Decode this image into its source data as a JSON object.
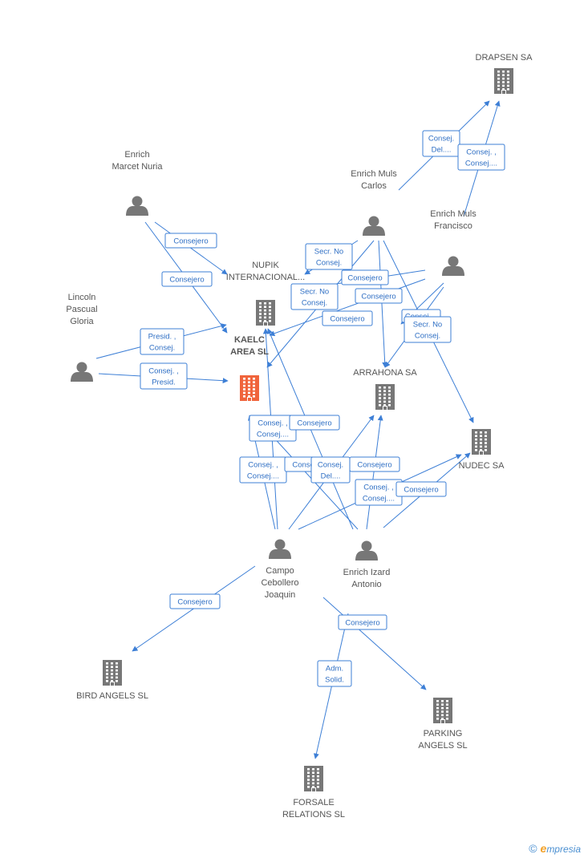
{
  "colors": {
    "edge": "#3d7fd6",
    "company": "#777777",
    "focus_company": "#f0643c",
    "person": "#777777"
  },
  "nodes": [
    {
      "id": "drapsen",
      "type": "company",
      "label": [
        "DRAPSEN SA"
      ]
    },
    {
      "id": "enrich_marcet",
      "type": "person",
      "label": [
        "Enrich",
        "Marcet Nuria"
      ]
    },
    {
      "id": "enrich_muls_carlos",
      "type": "person",
      "label": [
        "Enrich Muls",
        "Carlos"
      ]
    },
    {
      "id": "enrich_muls_francisco",
      "type": "person",
      "label": [
        "Enrich Muls",
        "Francisco"
      ]
    },
    {
      "id": "nupik",
      "type": "company",
      "label": [
        "NUPIK",
        "INTERNACIONAL..."
      ]
    },
    {
      "id": "lincoln",
      "type": "person",
      "label": [
        "Lincoln",
        "Pascual",
        "Gloria"
      ]
    },
    {
      "id": "kaelc",
      "type": "company",
      "focus": true,
      "label": [
        "KAELC",
        "AREA SL"
      ]
    },
    {
      "id": "arrahona",
      "type": "company",
      "label": [
        "ARRAHONA SA"
      ]
    },
    {
      "id": "nudec",
      "type": "company",
      "label": [
        "NUDEC SA"
      ]
    },
    {
      "id": "campo",
      "type": "person",
      "label": [
        "Campo",
        "Cebollero",
        "Joaquin"
      ]
    },
    {
      "id": "izard",
      "type": "person",
      "label": [
        "Enrich Izard",
        "Antonio"
      ]
    },
    {
      "id": "bird",
      "type": "company",
      "label": [
        "BIRD ANGELS SL"
      ]
    },
    {
      "id": "parking",
      "type": "company",
      "label": [
        "PARKING",
        "ANGELS SL"
      ]
    },
    {
      "id": "forsale",
      "type": "company",
      "label": [
        "FORSALE",
        "RELATIONS SL"
      ]
    }
  ],
  "edge_labels": [
    [
      "Consej.",
      "Del...."
    ],
    [
      "Consej. ,",
      "Consej...."
    ],
    [
      "Consejero"
    ],
    [
      "Consejero"
    ],
    [
      "Secr.  No",
      "Consej."
    ],
    [
      "Consejero"
    ],
    [
      "Secr.  No",
      "Consej."
    ],
    [
      "Consejero"
    ],
    [
      "Consejero"
    ],
    [
      "Consej...."
    ],
    [
      "Secr.  No",
      "Consej."
    ],
    [
      "Presid. ,",
      "Consej."
    ],
    [
      "Consej. ,",
      "Presid."
    ],
    [
      "Consej. ,",
      "Consej...."
    ],
    [
      "Consejero"
    ],
    [
      "Consej. ,",
      "Consej...."
    ],
    [
      "Consejero"
    ],
    [
      "Consej.",
      "Del...."
    ],
    [
      "Consejero"
    ],
    [
      "Consej. ,",
      "Consej...."
    ],
    [
      "Consejero"
    ],
    [
      "Consejero"
    ],
    [
      "Consejero"
    ],
    [
      "Adm.",
      "Solid."
    ]
  ],
  "footer": {
    "copyright": "©",
    "brand_first": "e",
    "brand_rest": "mpresia"
  }
}
